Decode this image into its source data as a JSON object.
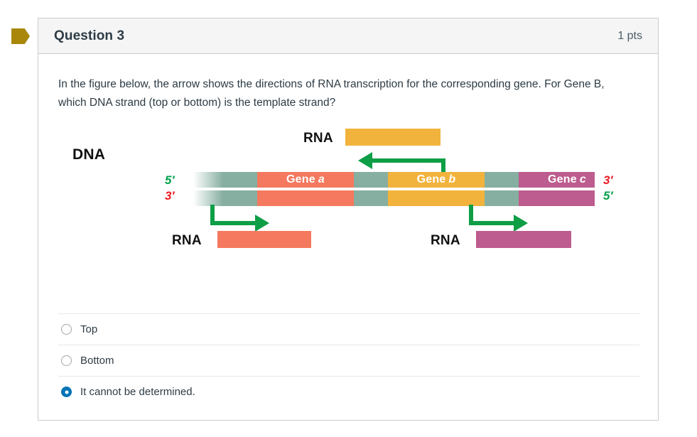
{
  "colors": {
    "flag": "#a8870b",
    "gene_a": "#F4795E",
    "gene_b": "#F2B33D",
    "gene_c": "#BD5C8E",
    "spacer": "#86AFA1",
    "arrow_green": "#0E9E46",
    "label_5prime": "#00A14B",
    "label_3prime": "#ED1C24",
    "selected_radio": "#0374b5",
    "header_bg": "#f5f5f5",
    "border": "#c7cdd1"
  },
  "header": {
    "title": "Question 3",
    "points": "1 pts",
    "flag_icon": "flag-icon"
  },
  "question": {
    "text": "In the figure below, the arrow shows the directions of RNA transcription for the corresponding gene. For Gene B, which DNA strand (top or bottom) is the template strand?"
  },
  "figure": {
    "dna_label": "DNA",
    "rna_label_top": "RNA",
    "rna_label_bottom_left": "RNA",
    "rna_label_bottom_right": "RNA",
    "left_end_top": "5′",
    "left_end_bottom": "3′",
    "right_end_top": "3′",
    "right_end_bottom": "5′",
    "genes": [
      {
        "name": "Gene",
        "italic": "a",
        "color": "#F4795E"
      },
      {
        "name": "Gene",
        "italic": "b",
        "color": "#F2B33D"
      },
      {
        "name": "Gene",
        "italic": "c",
        "color": "#BD5C8E"
      }
    ],
    "arrows": [
      {
        "gene": "a",
        "direction": "right",
        "strand": "bottom"
      },
      {
        "gene": "b",
        "direction": "left",
        "strand": "top"
      },
      {
        "gene": "c",
        "direction": "right",
        "strand": "bottom"
      }
    ]
  },
  "answers": {
    "options": [
      {
        "label": "Top",
        "selected": false
      },
      {
        "label": "Bottom",
        "selected": false
      },
      {
        "label": "It cannot be determined.",
        "selected": true
      }
    ]
  }
}
